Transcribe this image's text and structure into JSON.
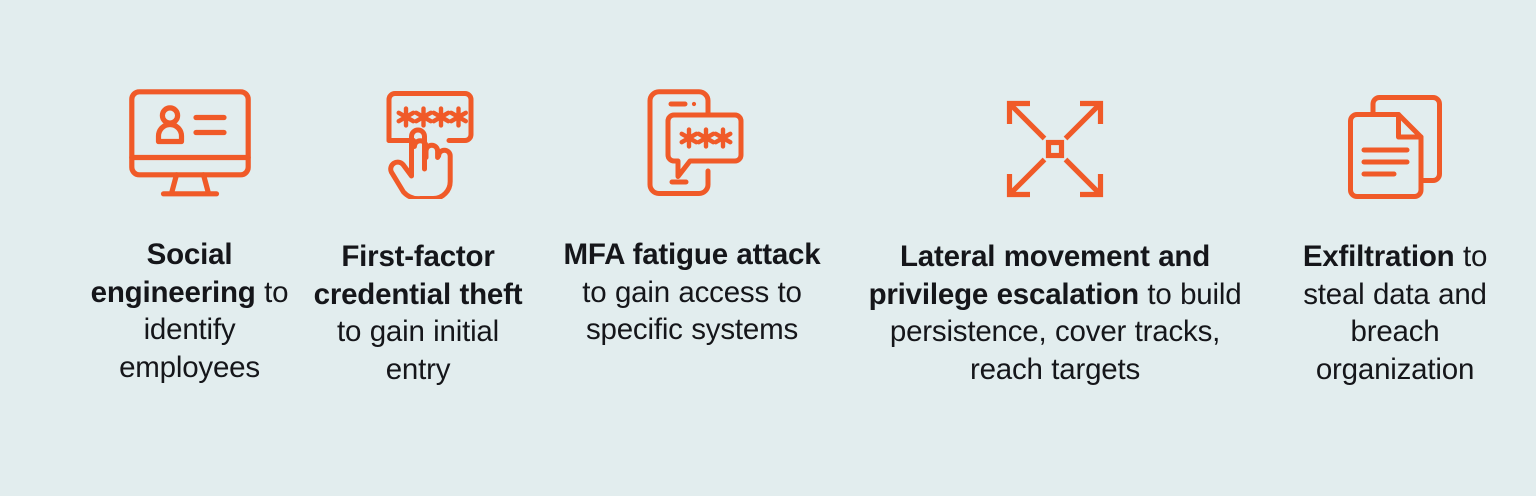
{
  "theme": {
    "background_color": "#e2edee",
    "accent_color": "#f05a28",
    "text_color": "#15161a"
  },
  "steps": [
    {
      "id": "social-engineering",
      "icon": "monitor-user-icon",
      "bold_text": "Social engineering",
      "rest_text": " to identify employees"
    },
    {
      "id": "first-factor-credential-theft",
      "icon": "password-field-click-icon",
      "bold_text": "First-factor credential theft",
      "rest_text": " to gain initial entry"
    },
    {
      "id": "mfa-fatigue-attack",
      "icon": "phone-push-notification-icon",
      "bold_text": "MFA fatigue attack",
      "rest_text": " to gain access to specific systems"
    },
    {
      "id": "lateral-movement",
      "icon": "four-way-expand-arrows-icon",
      "bold_text": "Lateral movement and privilege escalation",
      "rest_text": " to build persistence, cover tracks, reach targets"
    },
    {
      "id": "exfiltration",
      "icon": "documents-stack-icon",
      "bold_text": "Exfiltration",
      "rest_text": " to steal data and breach organization"
    }
  ]
}
